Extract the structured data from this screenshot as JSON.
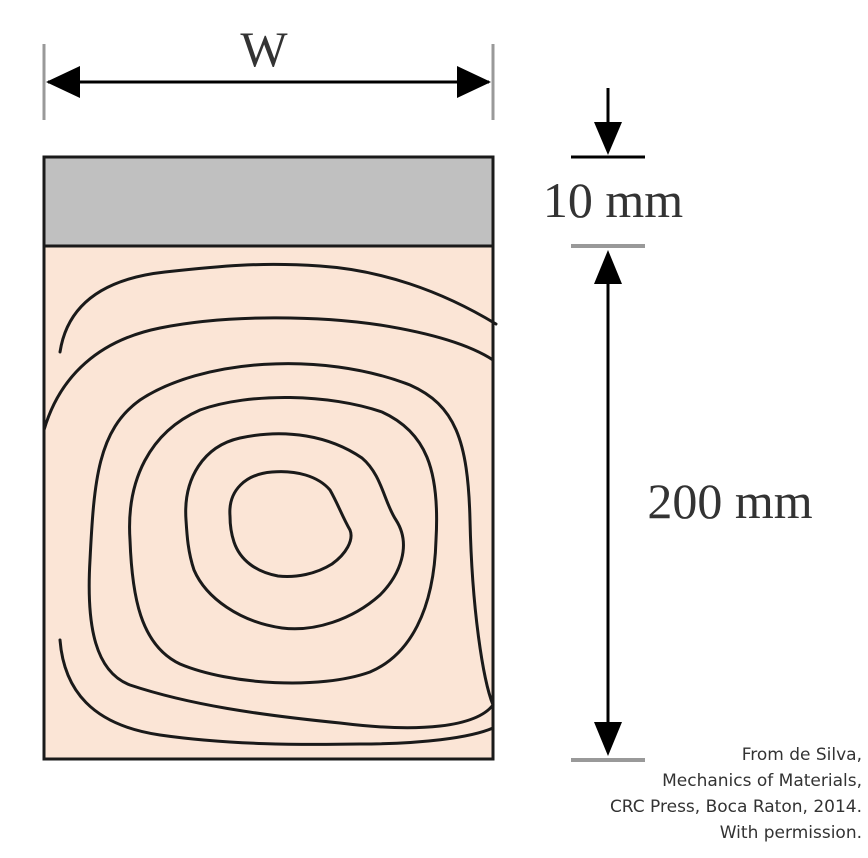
{
  "labels": {
    "width": "W",
    "plate_thickness": "10 mm",
    "beam_height": "200 mm"
  },
  "credit": {
    "line1": "From de Silva,",
    "line2": "Mechanics of Materials,",
    "line3": "CRC Press, Boca Raton, 2014.",
    "line4": "With permission."
  },
  "colors": {
    "steel_plate": "#c0c0c0",
    "wood": "#fbe5d6",
    "outline": "#1a1a1a",
    "dimension": "#000000",
    "extension_line": "#999999"
  }
}
